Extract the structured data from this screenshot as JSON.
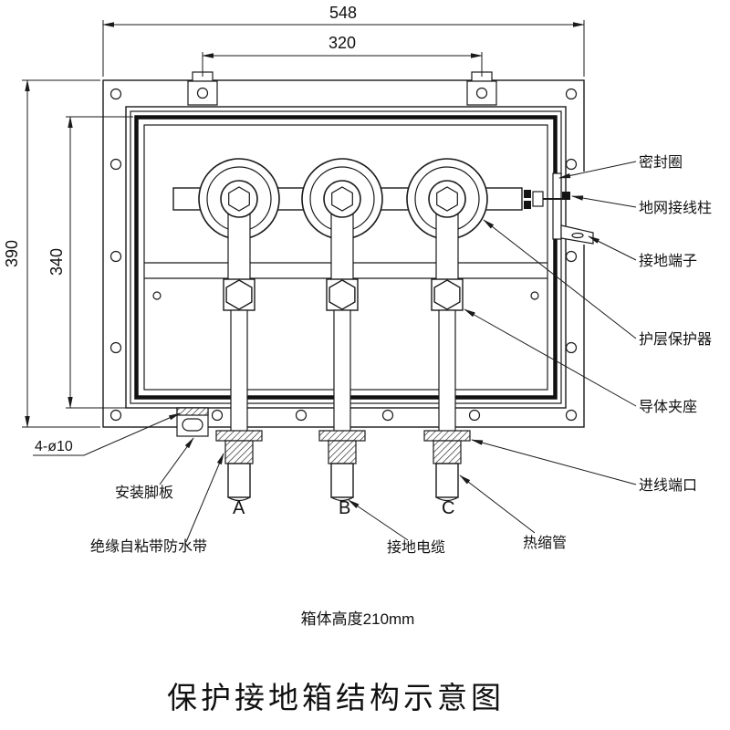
{
  "title": "保护接地箱结构示意图",
  "note": "箱体高度210mm",
  "dimensions": {
    "overall_width": "548",
    "mounting_hole_spacing": "320",
    "overall_height": "390",
    "door_height": "340"
  },
  "phases": [
    "A",
    "B",
    "C"
  ],
  "callouts": {
    "right": {
      "seal_ring": "密封圈",
      "ground_grid_terminal_post": "地网接线柱",
      "grounding_terminal": "接地端子",
      "sheath_protector": "护层保护器",
      "conductor_clamp_seat": "导体夹座",
      "cable_inlet_port": "进线端口"
    },
    "left": {
      "mounting_holes": "4-ø10",
      "mounting_foot_plate": "安装脚板",
      "insulating_waterproof_tape": "绝缘自粘带防水带",
      "grounding_cable": "接地电缆",
      "heat_shrink_tube": "热缩管"
    }
  }
}
